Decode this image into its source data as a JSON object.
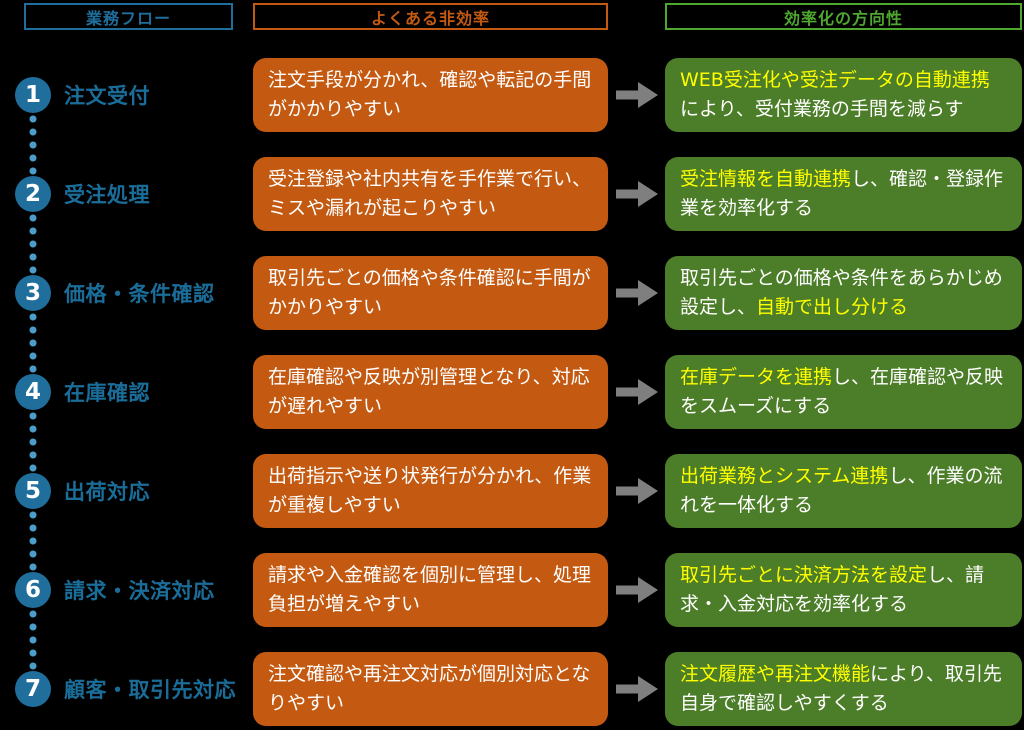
{
  "colors": {
    "background": "#000000",
    "flow_blue": "#1F6E9C",
    "dot_blue": "#4C9DC9",
    "problem_orange": "#C45A11",
    "solution_green": "#4C7D28",
    "solution_header_green": "#4EA72E",
    "arrow_gray": "#7F7F7F",
    "highlight_yellow": "#FFFF00",
    "body_text_white": "#FFFFFF"
  },
  "headers": [
    {
      "label": "業務フロー"
    },
    {
      "label": "よくある非効率"
    },
    {
      "label": "効率化の方向性"
    }
  ],
  "rows": [
    {
      "number": "1",
      "step": "注文受付",
      "problem": "注文手段が分かれ、確認や転記の手間がかかりやすい",
      "solution": [
        {
          "text": "WEB受注化や受注データの自動連携",
          "highlight": true
        },
        {
          "text": "により、受付業務の手間を減らす",
          "highlight": false
        }
      ]
    },
    {
      "number": "2",
      "step": "受注処理",
      "problem": "受注登録や社内共有を手作業で行い、ミスや漏れが起こりやすい",
      "solution": [
        {
          "text": "受注情報を自動連携",
          "highlight": true
        },
        {
          "text": "し、確認・登録作業を効率化する",
          "highlight": false
        }
      ]
    },
    {
      "number": "3",
      "step": "価格・条件確認",
      "problem": "取引先ごとの価格や条件確認に手間がかかりやすい",
      "solution": [
        {
          "text": "取引先ごとの価格や条件をあらかじめ設定し、",
          "highlight": false
        },
        {
          "text": "自動で出し分ける",
          "highlight": true
        }
      ]
    },
    {
      "number": "4",
      "step": "在庫確認",
      "problem": "在庫確認や反映が別管理となり、対応が遅れやすい",
      "solution": [
        {
          "text": "在庫データを連携",
          "highlight": true
        },
        {
          "text": "し、在庫確認や反映をスムーズにする",
          "highlight": false
        }
      ]
    },
    {
      "number": "5",
      "step": "出荷対応",
      "problem": "出荷指示や送り状発行が分かれ、作業が重複しやすい",
      "solution": [
        {
          "text": "出荷業務とシステム連携",
          "highlight": true
        },
        {
          "text": "し、作業の流れを一体化する",
          "highlight": false
        }
      ]
    },
    {
      "number": "6",
      "step": "請求・決済対応",
      "problem": "請求や入金確認を個別に管理し、処理負担が増えやすい",
      "solution": [
        {
          "text": "取引先ごとに決済方法を設定",
          "highlight": true
        },
        {
          "text": "し、請求・入金対応を効率化する",
          "highlight": false
        }
      ]
    },
    {
      "number": "7",
      "step": "顧客・取引先対応",
      "problem": "注文確認や再注文対応が個別対応となりやすい",
      "solution": [
        {
          "text": "注文履歴や再注文機能",
          "highlight": true
        },
        {
          "text": "により、取引先自身で確認しやすくする",
          "highlight": false
        }
      ]
    }
  ]
}
